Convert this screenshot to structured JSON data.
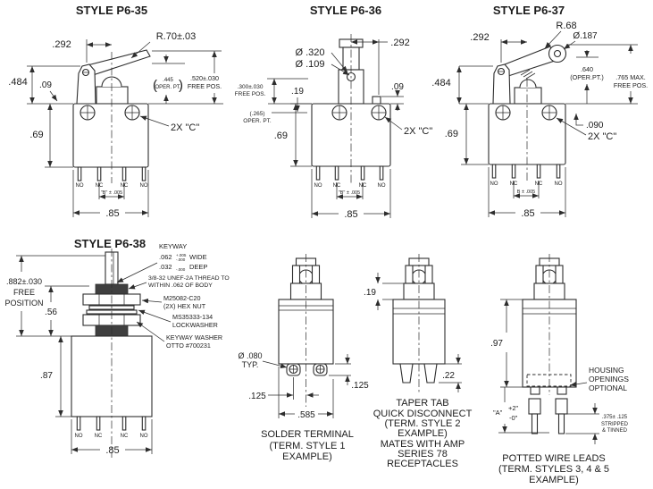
{
  "page": {
    "background": "#ffffff",
    "ink": "#2d2d2d"
  },
  "glyphs": {
    "paren_open": "(",
    "paren_close": ")"
  },
  "p635": {
    "title": "STYLE P6-35",
    "dim_292": ".292",
    "dim_radius": "R.70±.03",
    "dim_484": ".484",
    "dim_09": ".09",
    "oper_pt_value": ".445",
    "oper_pt_label": "OPER. PT.",
    "free_pos_value": ".520±.030",
    "free_pos_label": "FREE POS.",
    "dim_69": ".69",
    "holes_note": "2X \"C\"",
    "terminals": [
      "NO",
      "NC",
      "NC",
      "NO"
    ],
    "dim_b": "\"B\" ± .005",
    "dim_85": ".85"
  },
  "p636": {
    "title": "STYLE P6-36",
    "dim_dia_320": "Ø .320",
    "dim_dia_109": "Ø .109",
    "dim_292": ".292",
    "dim_09": ".09",
    "free_pos_value": ".300±.030",
    "free_pos_label": "FREE POS.",
    "dim_19": ".19",
    "oper_pt_value": "(.265)",
    "oper_pt_label": "OPER. PT.",
    "dim_69": ".69",
    "holes_note": "2X \"C\"",
    "terminals": [
      "NO",
      "NC",
      "NC",
      "NO"
    ],
    "dim_b": "\"B\" ± .005",
    "dim_85": ".85"
  },
  "p637": {
    "title": "STYLE P6-37",
    "dim_radius": "R.68",
    "dim_dia_187": "Ø.187",
    "dim_292": ".292",
    "dim_484": ".484",
    "oper_pt_value": ".640",
    "oper_pt_label": "(OPER.PT.)",
    "free_pos_value": ".765 MAX.",
    "free_pos_label": "FREE POS.",
    "dim_090": ".090",
    "dim_69": ".69",
    "holes_note": "2X \"C\"",
    "terminals": [
      "NO",
      "NC",
      "NC",
      "NO"
    ],
    "dim_b": "B ± .005",
    "dim_85": ".85"
  },
  "p638": {
    "title": "STYLE P6-38",
    "free_pos_value": ".882±.030",
    "free_pos_line2": "FREE",
    "free_pos_line3": "POSITION",
    "dim_56": ".56",
    "dim_87": ".87",
    "dim_85": ".85",
    "terminals": [
      "NO",
      "NC",
      "NC",
      "NO"
    ],
    "callouts": {
      "keyway_title": "KEYWAY",
      "keyway_wide_value": ".062",
      "keyway_wide_tol_plus": "+.005",
      "keyway_wide_tol_minus": "-.000",
      "keyway_wide_label": "WIDE",
      "keyway_deep_value": ".032",
      "keyway_deep_tol_plus": "+.005",
      "keyway_deep_tol_minus": "-.000",
      "keyway_deep_label": "DEEP",
      "thread_line1": "3/8-32 UNEF-2A THREAD TO",
      "thread_line2": "WITHIN .062 OF BODY",
      "hexnut_line1": "M25082-C20",
      "hexnut_line2": "(2X) HEX NUT",
      "lockwasher_line1": "MS35333-134",
      "lockwasher_line2": "LOCKWASHER",
      "keyway_washer_line1": "KEYWAY WASHER",
      "keyway_washer_line2": "OTTO #700231"
    }
  },
  "solder": {
    "dim_dia_080": "Ø .080",
    "dim_typ": "TYP.",
    "dim_125_left": ".125",
    "dim_125_right": ".125",
    "dim_585": ".585",
    "caption": [
      "SOLDER TERMINAL",
      "(TERM. STYLE 1",
      "EXAMPLE)"
    ]
  },
  "taper": {
    "dim_19": ".19",
    "dim_22": ".22",
    "caption": [
      "TAPER TAB",
      "QUICK DISCONNECT",
      "(TERM. STYLE 2",
      "EXAMPLE)",
      "MATES WITH AMP",
      "SERIES 78",
      "RECEPTACLES"
    ]
  },
  "potted": {
    "dim_97": ".97",
    "dim_a": "\"A\"",
    "dim_a_plus": "+2\"",
    "dim_a_minus": "-0\"",
    "stripped_value": ".375± .125",
    "stripped_line2": "STRIPPED",
    "stripped_line3": "& TINNED",
    "housing_line1": "HOUSING",
    "housing_line2": "OPENINGS",
    "housing_line3": "OPTIONAL",
    "caption": [
      "POTTED WIRE LEADS",
      "(TERM. STYLES 3, 4 & 5",
      "EXAMPLE)"
    ]
  }
}
